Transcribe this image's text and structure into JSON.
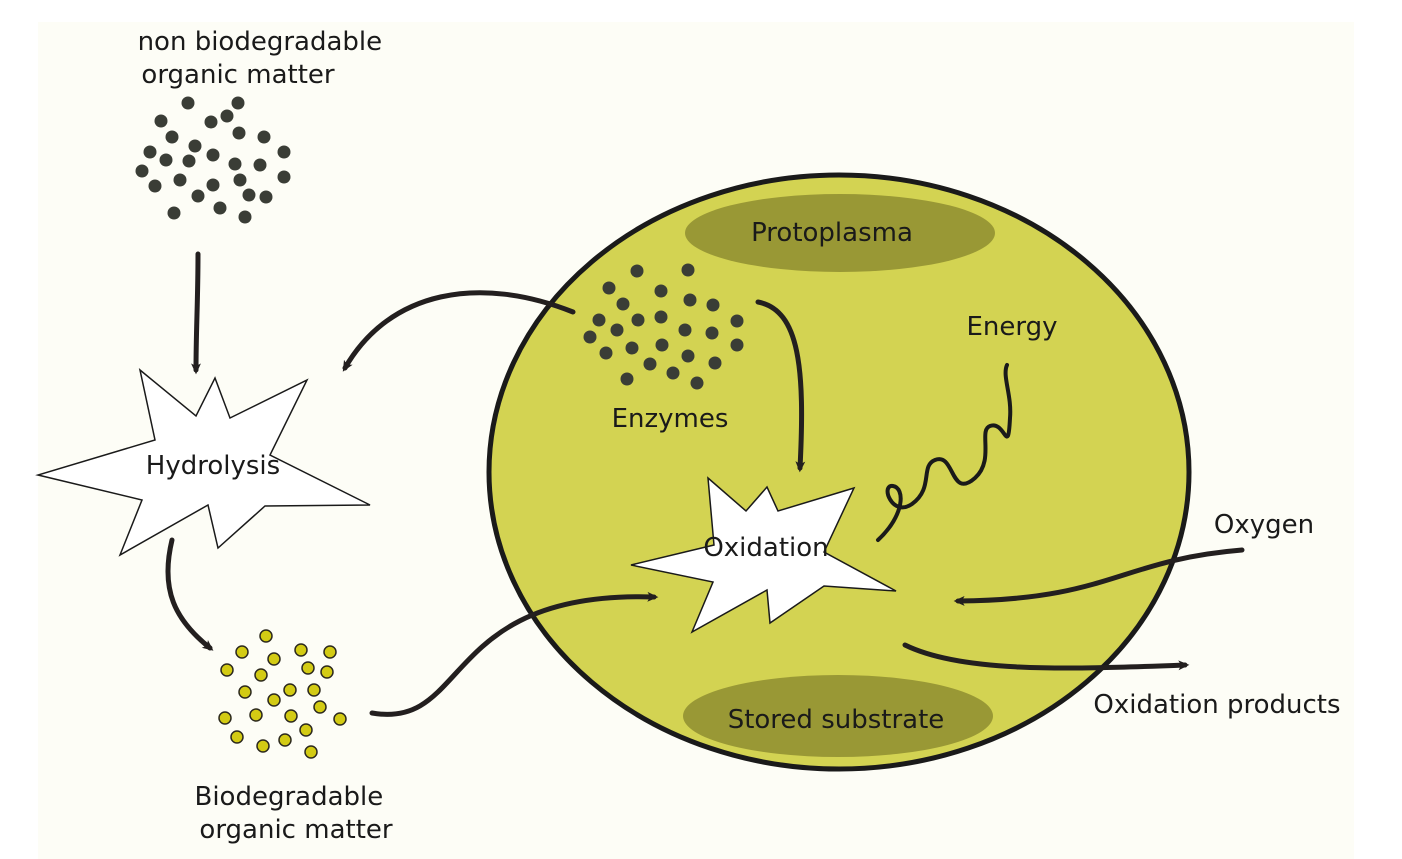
{
  "colors": {
    "background": "#fdfdf6",
    "cell_fill": "#d3d352",
    "organelle_fill": "#999835",
    "dark_particle": "#3a3d36",
    "light_particle": "#d3cb14",
    "arrow": "#231f1f"
  },
  "labels": {
    "non_biodegradable": [
      "non biodegradable",
      "organic matter"
    ],
    "hydrolysis": "Hydrolysis",
    "biodegradable": [
      "Biodegradable",
      "organic matter"
    ],
    "protoplasma": "Protoplasma",
    "enzymes": "Enzymes",
    "energy": "Energy",
    "oxidation": "Oxidation",
    "oxygen": "Oxygen",
    "oxidation_products": "Oxidation products",
    "stored_substrate": "Stored substrate"
  }
}
